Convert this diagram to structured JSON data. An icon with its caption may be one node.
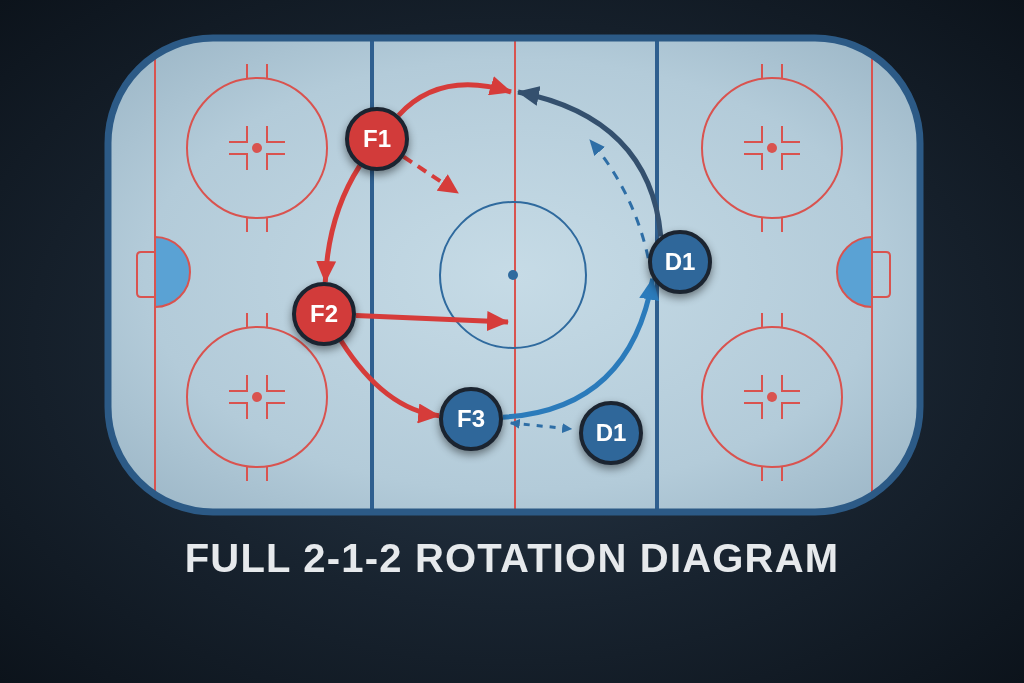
{
  "diagram": {
    "title": "FULL 2-1-2 ROTATION DIAGRAM",
    "nodes": [
      {
        "text": [
          "F1"
        ]
      },
      {
        "text": [
          "F2"
        ]
      },
      {
        "text": [
          "F3"
        ]
      },
      {
        "text": [
          "D1"
        ]
      },
      {
        "text": [
          "D1"
        ]
      }
    ],
    "edges": [
      {
        "from": 0,
        "to": null,
        "arrow": "to"
      },
      {
        "from": 0,
        "to": null,
        "arrow": "to",
        "style": "dashed"
      },
      {
        "from": 0,
        "to": 1,
        "arrow": "to"
      },
      {
        "from": 1,
        "to": null,
        "arrow": "to"
      },
      {
        "from": 1,
        "to": 2,
        "arrow": "to"
      },
      {
        "from": 2,
        "to": 3,
        "arrow": "to",
        "color": "#2b7bbb"
      },
      {
        "from": 3,
        "to": null,
        "arrow": "to",
        "color": "#34506e"
      },
      {
        "from": 3,
        "to": null,
        "arrow": "to",
        "style": "dashed",
        "color": "#2e6ea6"
      },
      {
        "from": 2,
        "to": 4,
        "arrow": "both",
        "style": "dashed",
        "color": "#2e6ea6"
      }
    ]
  }
}
